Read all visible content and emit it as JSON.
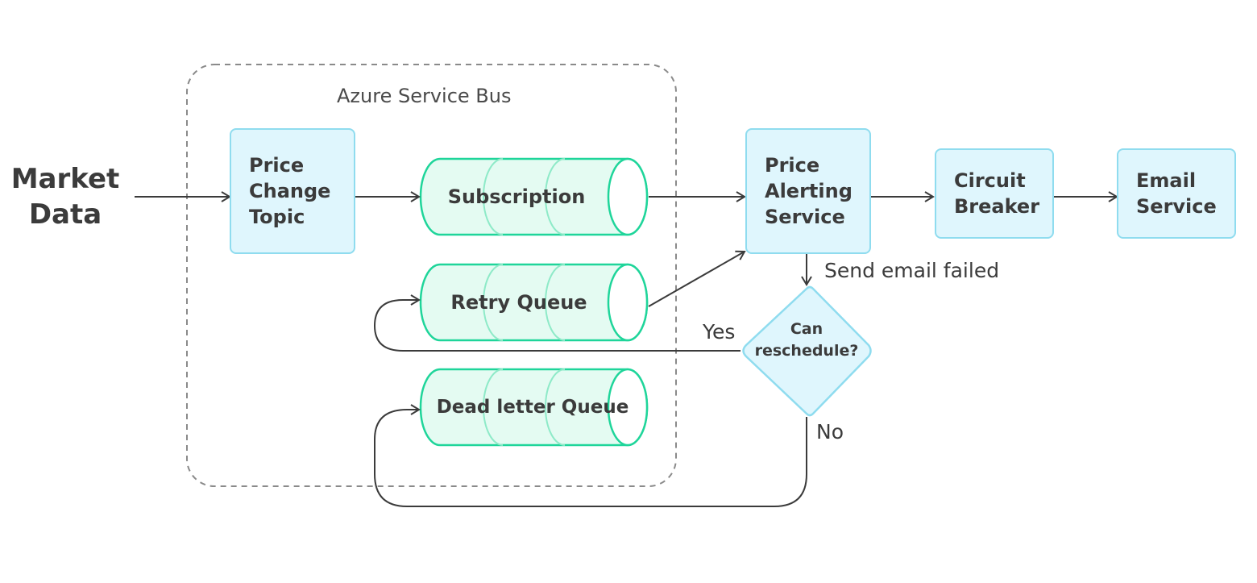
{
  "diagram": {
    "source": {
      "line1": "Market",
      "line2": "Data"
    },
    "group": {
      "title": "Azure Service Bus"
    },
    "nodes": {
      "price_change_topic": {
        "line1": "Price",
        "line2": "Change",
        "line3": "Topic"
      },
      "price_alerting_service": {
        "line1": "Price",
        "line2": "Alerting",
        "line3": "Service"
      },
      "circuit_breaker": {
        "line1": "Circuit",
        "line2": "Breaker"
      },
      "email_service": {
        "line1": "Email",
        "line2": "Service"
      }
    },
    "queues": {
      "subscription": "Subscription",
      "retry_queue": "Retry Queue",
      "dead_letter_queue": "Dead letter Queue"
    },
    "decision": {
      "line1": "Can",
      "line2": "reschedule?"
    },
    "edge_labels": {
      "send_email_failed": "Send email failed",
      "yes": "Yes",
      "no": "No"
    },
    "colors": {
      "node_fill": "#dff6fd",
      "node_border": "#8fdcef",
      "queue_fill": "#e4fbf2",
      "queue_border": "#1fd59a",
      "queue_inner_border": "#8eeac8",
      "group_border": "#8a8a8a",
      "arrow": "#3b3b3b",
      "text": "#3b3b3b"
    }
  }
}
